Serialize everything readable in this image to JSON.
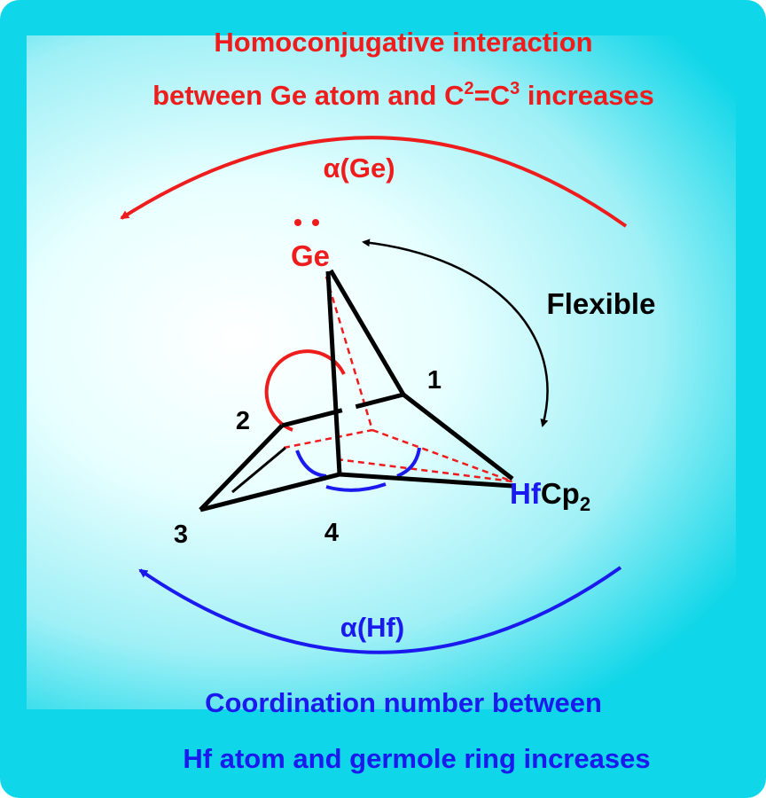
{
  "top_text": {
    "line1": "Homoconjugative interaction",
    "line2_prefix": "between Ge atom and C",
    "sup1": "2",
    "eq": "=C",
    "sup2": "3",
    "line2_suffix": " increases"
  },
  "alpha_ge": "α(Ge)",
  "alpha_hf": "α(Hf)",
  "flexible": "Flexible",
  "atoms": {
    "ge": "Ge",
    "hf": "Hf",
    "cp": "Cp",
    "cp_sub": "2",
    "n1": "1",
    "n2": "2",
    "n3": "3",
    "n4": "4"
  },
  "bottom_text": {
    "line1": "Coordination number between",
    "line2": "Hf atom and germole ring increases"
  },
  "colors": {
    "background": "#0fd6e8",
    "red": "#ee1c1c",
    "blue": "#1a1aee",
    "black": "#000000"
  }
}
